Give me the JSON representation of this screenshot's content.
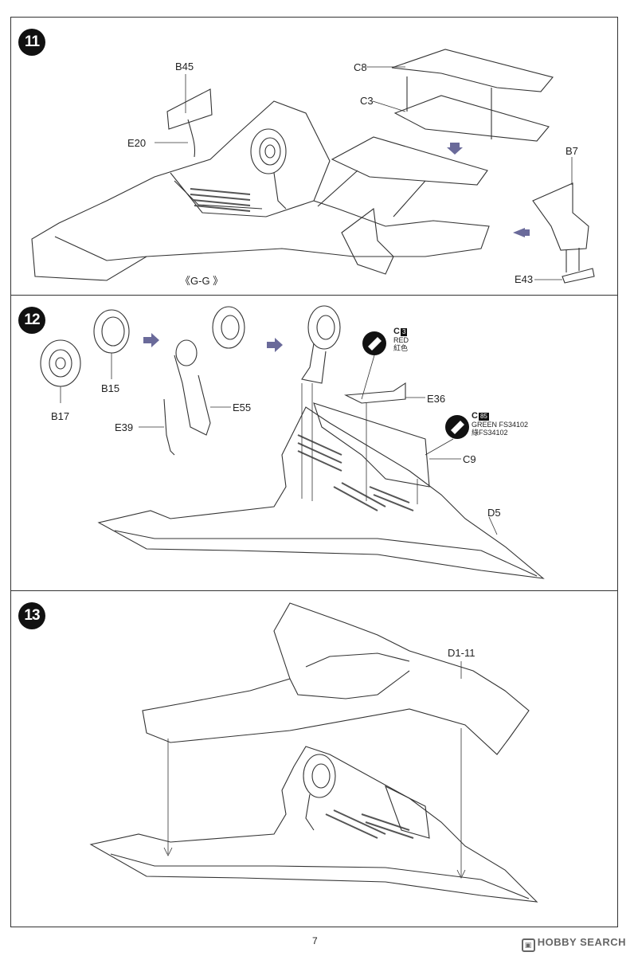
{
  "steps": [
    {
      "number": "11",
      "view_label": "《G-G 》",
      "parts": [
        "B45",
        "E20",
        "C8",
        "C3",
        "B7",
        "E43"
      ]
    },
    {
      "number": "12",
      "parts": [
        "B17",
        "B15",
        "E39",
        "E55",
        "E36",
        "C9",
        "D5"
      ],
      "callouts": [
        {
          "code": "C",
          "num": "3",
          "line1": "RED",
          "line2": "紅色"
        },
        {
          "code": "C",
          "num": "85",
          "line1": "GREEN FS34102",
          "line2": "綠FS34102"
        }
      ]
    },
    {
      "number": "13",
      "parts": [
        "D1-11"
      ]
    }
  ],
  "page_number": "7",
  "watermark": "HOBBY SEARCH",
  "watermark_icon": "hobby-search-logo-icon"
}
